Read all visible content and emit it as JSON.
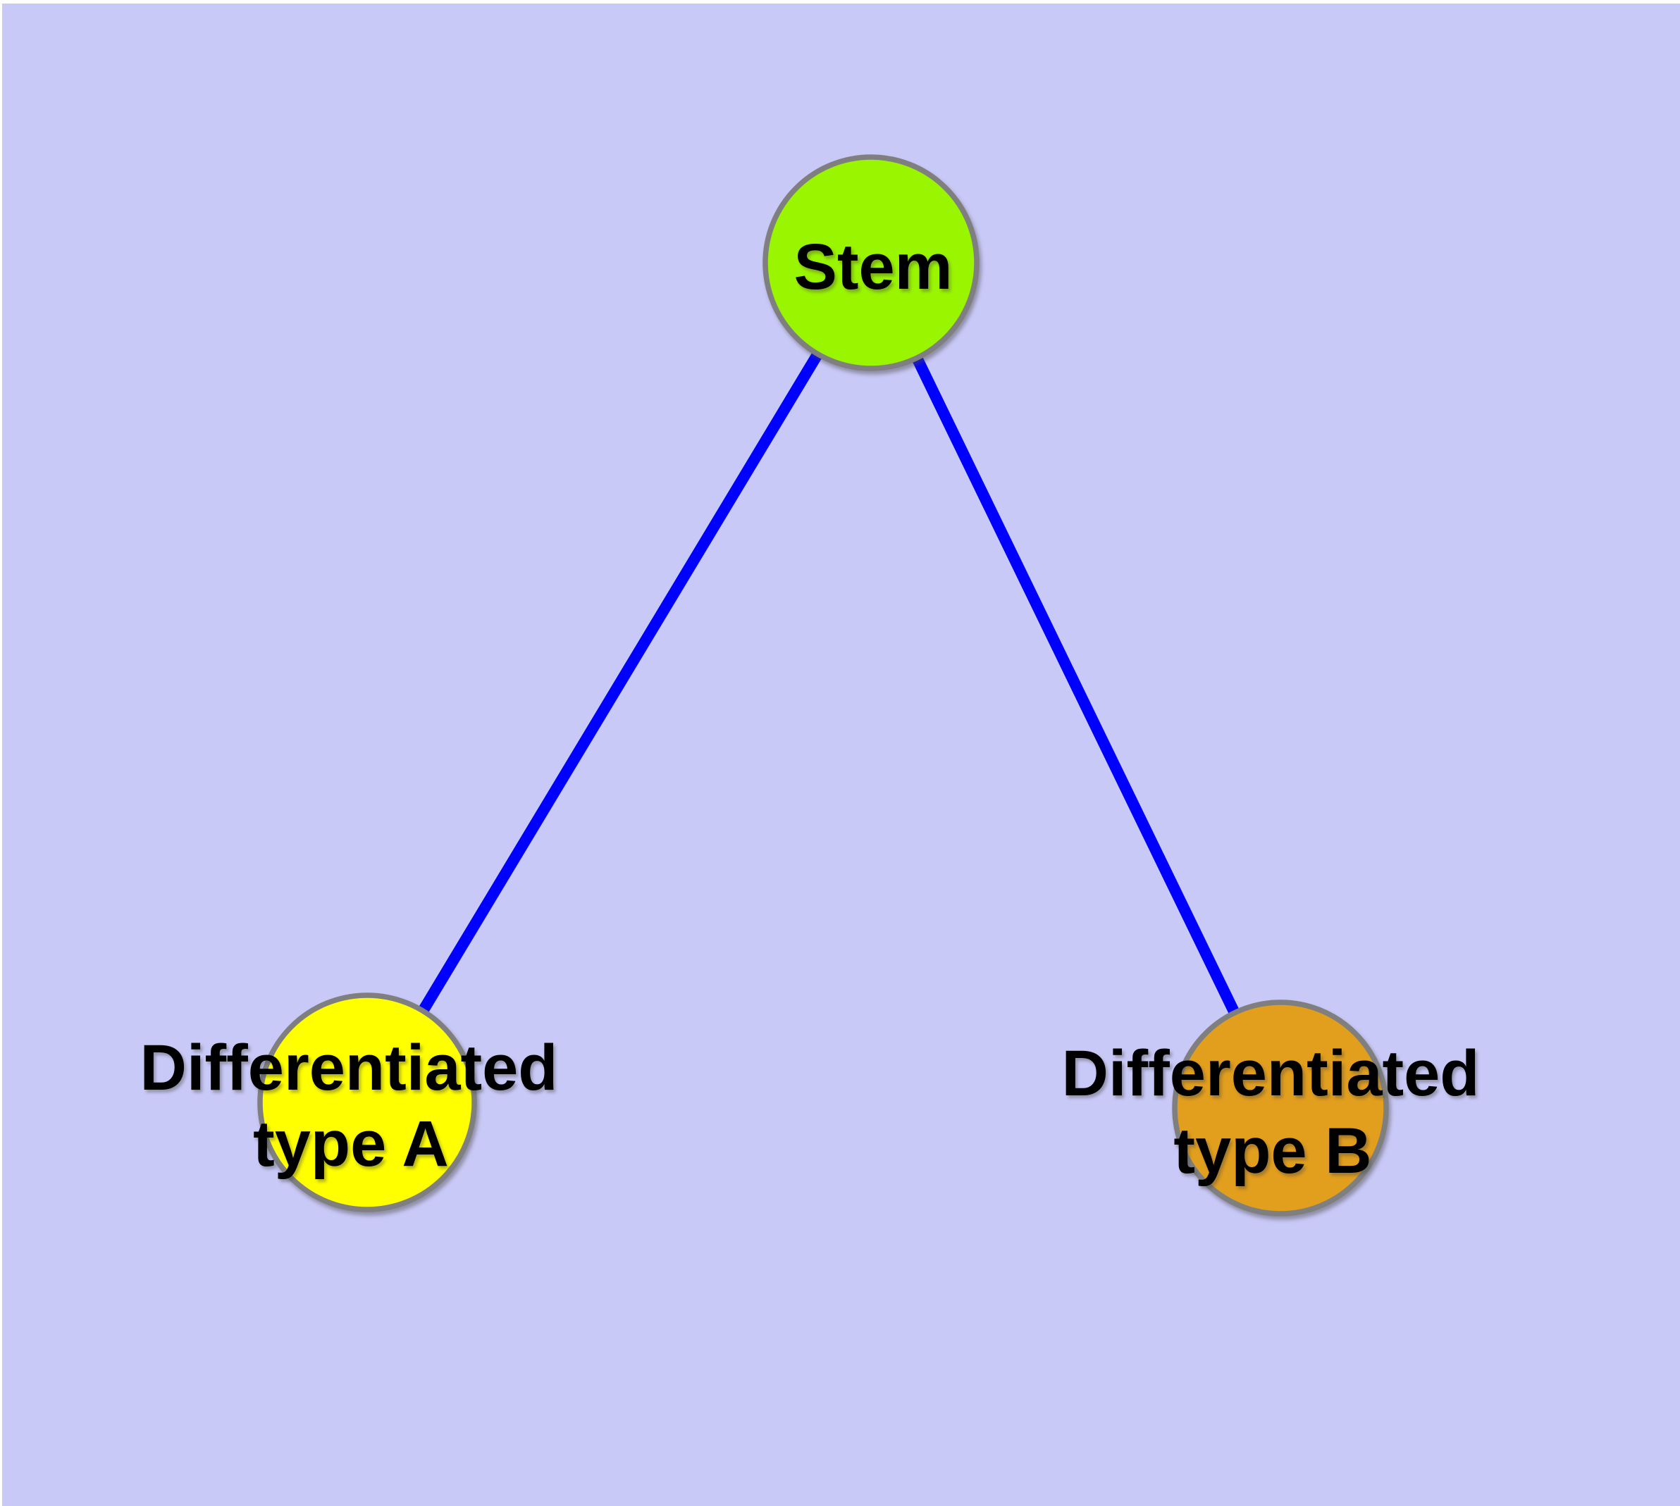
{
  "diagram": {
    "background_color": "#c9c9f7",
    "page_margin_color": "#ffffff",
    "edge_color": "#0000ff",
    "node_border_color": "#7f7f7f",
    "label_color": "#000000",
    "nodes": {
      "stem": {
        "label": "Stem",
        "fill": "#9af500"
      },
      "type_a": {
        "label": "Differentiated type A",
        "label_line1": "Differentiated",
        "label_line2": "type A",
        "fill": "#ffff00"
      },
      "type_b": {
        "label": "Differentiated type B",
        "label_line1": "Differentiated",
        "label_line2": "type B",
        "fill": "#e29e1d"
      }
    },
    "edges": [
      {
        "from": "Stem",
        "to": "Differentiated type A"
      },
      {
        "from": "Stem",
        "to": "Differentiated type B"
      }
    ]
  }
}
